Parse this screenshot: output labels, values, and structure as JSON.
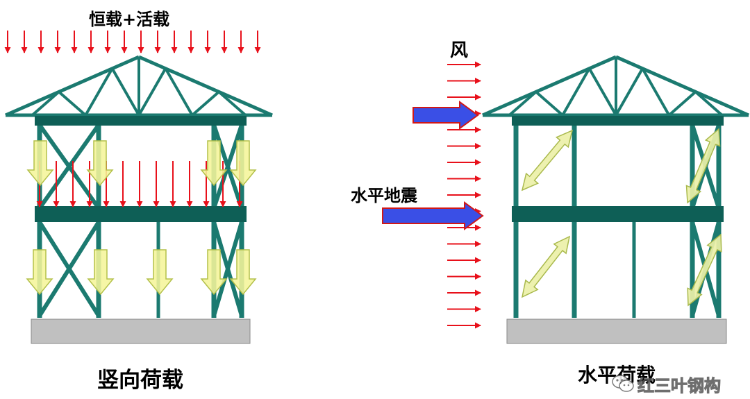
{
  "labels": {
    "dead_live_load": "恒载+活载",
    "wind": "风",
    "horizontal_earthquake": "水平地震",
    "vertical_loads": "竖向荷载",
    "horizontal_loads": "水平荷载"
  },
  "watermark": {
    "text": "红三叶钢构",
    "icon": "wechat-icon"
  },
  "colors": {
    "frame": "#1b7a70",
    "frame_dark": "#0e5f56",
    "load_arrow": "#e8101a",
    "force_arrow_fill": "#f5f59a",
    "force_arrow_stroke": "#b3c04a",
    "brace_arrow_fill": "#ecf0a8",
    "brace_arrow_stroke": "#a9b94c",
    "lateral_arrow": "#3a4fe6",
    "lateral_arrow_border": "#d01818",
    "foundation": "#c0c0c0",
    "foundation_border": "#8a8a8a"
  }
}
